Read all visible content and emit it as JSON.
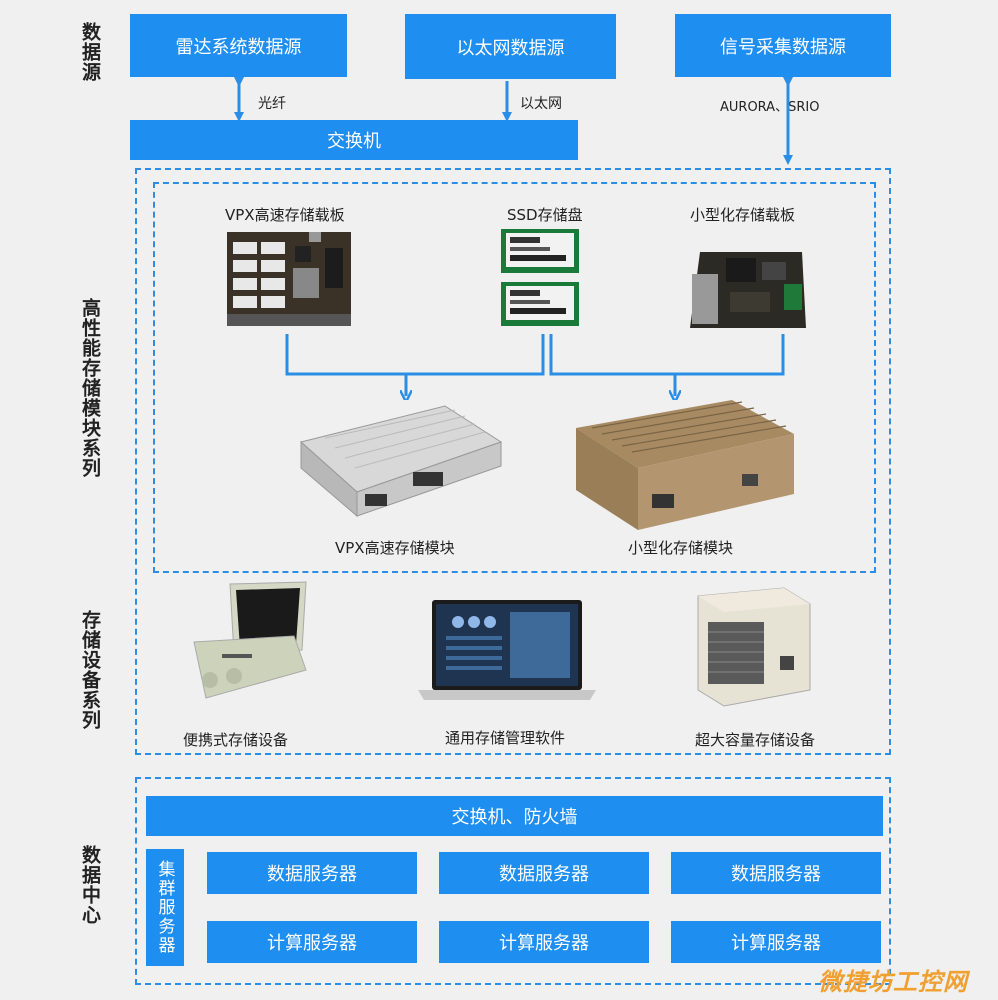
{
  "side_labels": {
    "data_source": "数据源",
    "storage_modules": "高性能存储模块系列",
    "storage_devices": "存储设备系列",
    "data_center": "数据中心"
  },
  "sources": {
    "radar": "雷达系统数据源",
    "ethernet": "以太网数据源",
    "signal": "信号采集数据源"
  },
  "links": {
    "fiber": "光纤",
    "ethernet": "以太网",
    "aurora": "AURORA、SRIO"
  },
  "switch_label": "交换机",
  "modules": {
    "vpx_board": "VPX高速存储载板",
    "ssd": "SSD存储盘",
    "small_board": "小型化存储载板",
    "vpx_module": "VPX高速存储模块",
    "small_module": "小型化存储模块"
  },
  "devices": {
    "portable": "便携式存储设备",
    "software": "通用存储管理软件",
    "large": "超大容量存储设备"
  },
  "datacenter": {
    "switch_firewall": "交换机、防火墙",
    "cluster": "集群服务器",
    "data_server": "数据服务器",
    "compute_server": "计算服务器"
  },
  "watermark": "微捷坊工控网",
  "colors": {
    "accent": "#1f8ef1",
    "dashed": "#2a8ee6"
  }
}
